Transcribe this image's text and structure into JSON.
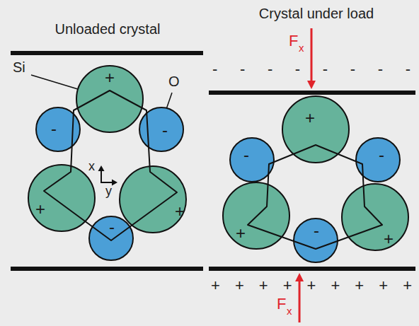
{
  "diagram": {
    "nodes": [
      {
        "text": [
          "+"
        ]
      },
      {
        "text": [
          "-"
        ]
      },
      {
        "text": [
          "-"
        ]
      },
      {
        "text": [
          "+"
        ]
      },
      {
        "text": [
          "+"
        ]
      },
      {
        "text": [
          "-"
        ]
      },
      {
        "text": [
          "+"
        ]
      },
      {
        "text": [
          "-"
        ]
      },
      {
        "text": [
          "-"
        ]
      },
      {
        "text": [
          "+"
        ]
      },
      {
        "text": [
          "+"
        ]
      },
      {
        "text": [
          "-"
        ]
      }
    ],
    "labels": [
      "Unloaded crystal",
      "Crystal under load",
      "F",
      "x",
      "- - - - - - - -",
      "Si",
      "O",
      "x",
      "y",
      "+ + + + + + + + +",
      "F",
      "x"
    ]
  }
}
